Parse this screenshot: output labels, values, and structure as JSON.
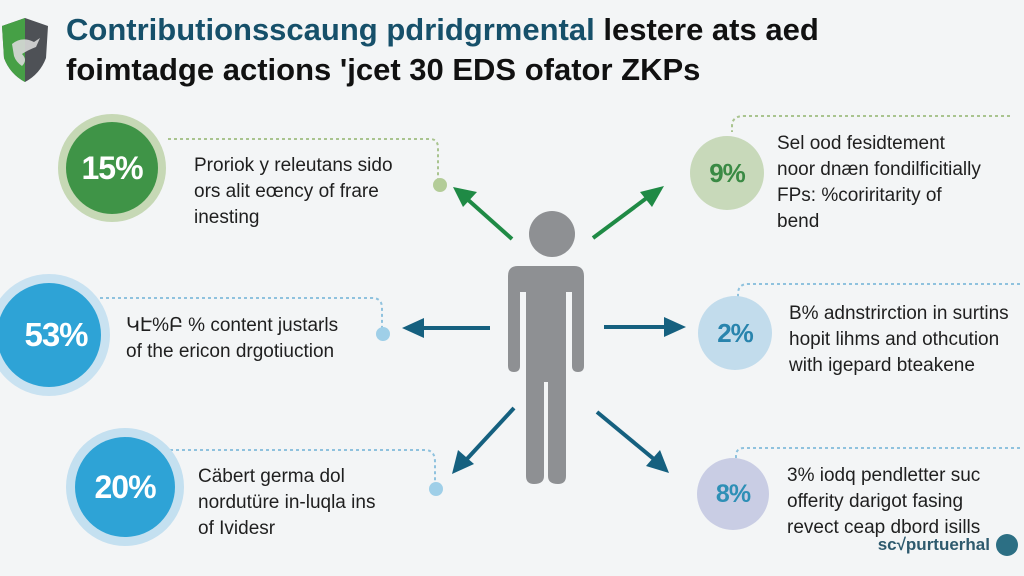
{
  "header": {
    "title_line1_prefix": "Contributionsscaung pdridgrmental",
    "title_line1_suffix": " lestere ats aed",
    "title_line2": "foimtadge actions 'jcet 30 EDS ofator ZKPs",
    "logo_icon": "shield-icon"
  },
  "colors": {
    "green_dark": "#3f9447",
    "green_light": "#c6d8b5",
    "blue_bright": "#2ea3d6",
    "blue_light": "#bfdced",
    "lavender": "#c9cde4",
    "arrow_green": "#1f8a45",
    "arrow_blue": "#15607f",
    "figure_gray": "#8e9093"
  },
  "stats": [
    {
      "id": "top-left",
      "value": "15%",
      "lines": [
        "Proriok y releutans sido",
        "ors alit eœncy of frare",
        "inesting"
      ]
    },
    {
      "id": "mid-left",
      "value": "53%",
      "lines": [
        "ԿԷ%Բ % content justarls",
        "of the ericon drgotiuction"
      ]
    },
    {
      "id": "bottom-left",
      "value": "20%",
      "lines": [
        "Cäbert germa dol",
        "nordutüre in-luqla ins",
        "of Ividesr"
      ]
    },
    {
      "id": "top-right",
      "value": "9%",
      "lines": [
        "Sel ood fesidtement",
        "noor dnæn fondilficitially",
        "FPs: %coriritarity of",
        "bend"
      ]
    },
    {
      "id": "mid-right",
      "value": "2%",
      "lines": [
        "B% adnstrirction in surtins",
        "hopit lihms and othcution",
        "with igepard bteakene"
      ]
    },
    {
      "id": "bottom-right",
      "value": "8%",
      "lines": [
        "3% iodq pendletter suc",
        "offerity darigot fasing",
        "revect ceap dbord isills"
      ]
    }
  ],
  "center": {
    "icon": "person-icon"
  },
  "footer": {
    "brand": "sc√purtuerhal",
    "brand_icon": "brand-logo-icon"
  }
}
